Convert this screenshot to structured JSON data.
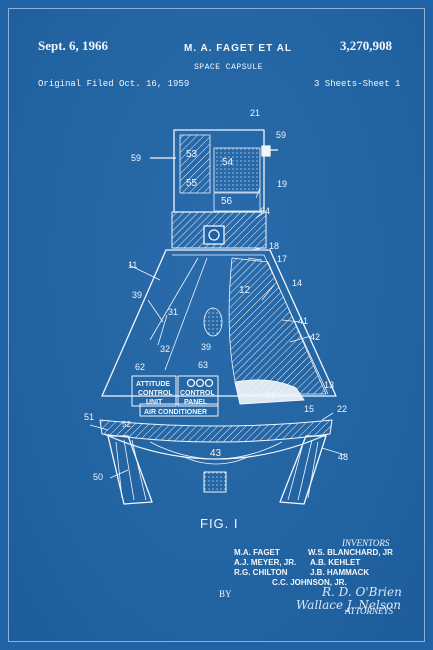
{
  "header": {
    "date": "Sept. 6, 1966",
    "inventor_name": "M. A. FAGET ET AL",
    "patent_number": "3,270,908",
    "title": "SPACE CAPSULE",
    "filed": "Original Filed Oct. 16, 1959",
    "sheets": "3 Sheets-Sheet 1"
  },
  "figure": {
    "label": "FIG. I",
    "part_numbers": [
      "21",
      "59",
      "53",
      "54",
      "55",
      "59",
      "19",
      "56",
      "64",
      "18",
      "17",
      "11",
      "14",
      "12",
      "39",
      "31",
      "41",
      "32",
      "42",
      "39",
      "62",
      "63",
      "13",
      "16",
      "15",
      "22",
      "51",
      "52",
      "43",
      "50",
      "48"
    ],
    "panel_labels": {
      "attitude": [
        "ATTITUDE",
        "CONTROL",
        "UNIT"
      ],
      "control": [
        "CONTROL",
        "PANEL"
      ],
      "air": "AIR CONDITIONER"
    }
  },
  "inventors": {
    "heading": "INVENTORS",
    "names": [
      "M.A. FAGET",
      "W.S. BLANCHARD, JR",
      "A.J. MEYER, JR.",
      "A.B. KEHLET",
      "R.G. CHILTON",
      "J.B. HAMMACK",
      "C.C. JOHNSON, JR."
    ]
  },
  "attorneys": {
    "by": "BY",
    "signature_1": "R. D. O'Brien",
    "signature_2": "Wallace J. Nelson",
    "label": "ATTORNEYS"
  },
  "colors": {
    "background": "#1f63a6",
    "ink": "#f2f6fb"
  }
}
